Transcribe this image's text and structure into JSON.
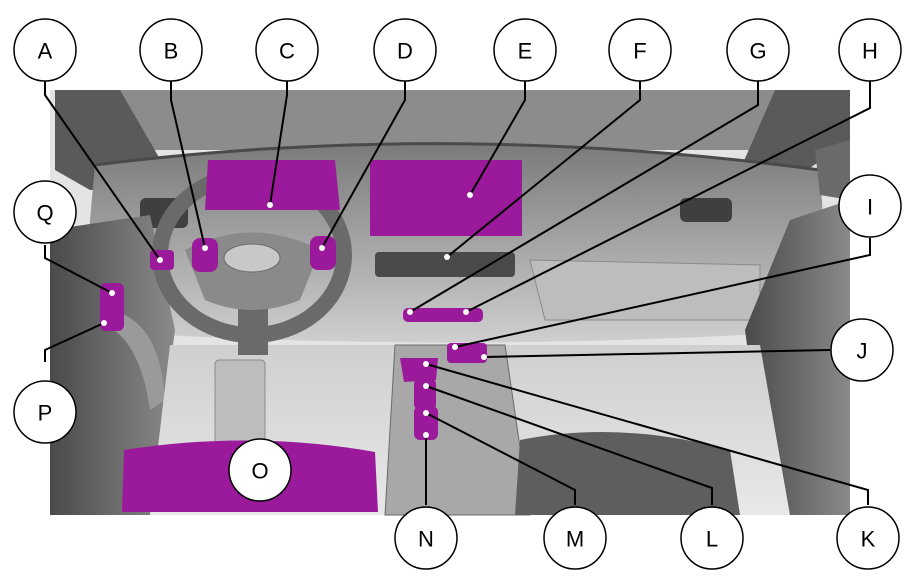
{
  "diagram": {
    "callouts": [
      {
        "id": "A",
        "label": "A"
      },
      {
        "id": "B",
        "label": "B"
      },
      {
        "id": "C",
        "label": "C"
      },
      {
        "id": "D",
        "label": "D"
      },
      {
        "id": "E",
        "label": "E"
      },
      {
        "id": "F",
        "label": "F"
      },
      {
        "id": "G",
        "label": "G"
      },
      {
        "id": "H",
        "label": "H"
      },
      {
        "id": "I",
        "label": "I"
      },
      {
        "id": "J",
        "label": "J"
      },
      {
        "id": "K",
        "label": "K"
      },
      {
        "id": "L",
        "label": "L"
      },
      {
        "id": "M",
        "label": "M"
      },
      {
        "id": "N",
        "label": "N"
      },
      {
        "id": "O",
        "label": "O"
      },
      {
        "id": "P",
        "label": "P"
      },
      {
        "id": "Q",
        "label": "Q"
      }
    ],
    "colors": {
      "highlight": "#9b1a9b",
      "interior_light": "#d9d9d9",
      "interior_mid": "#a8a8a8",
      "interior_dark": "#5a5a5a",
      "callout_fill": "#ffffff",
      "callout_stroke": "#000000"
    }
  }
}
